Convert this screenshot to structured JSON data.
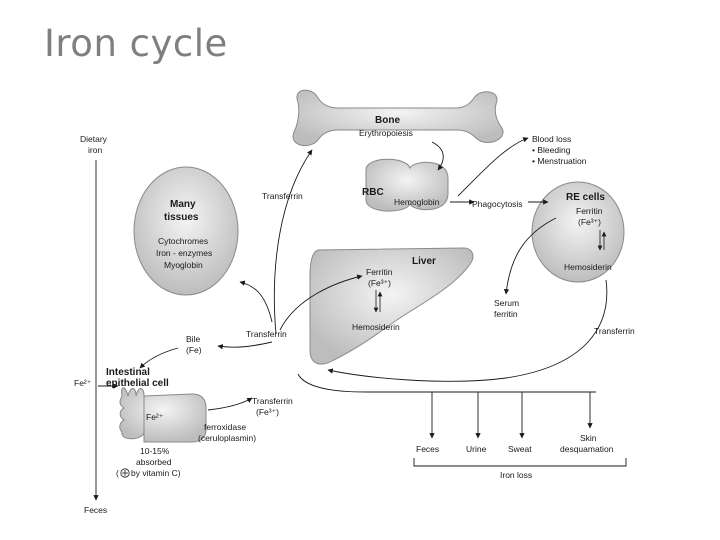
{
  "slide": {
    "title": "Iron cycle"
  },
  "diagram": {
    "dietary_iron": [
      "Dietary",
      "iron"
    ],
    "bone": {
      "title": "Bone",
      "process": "Erythropoiesis"
    },
    "rbc": {
      "title": "RBC",
      "content": "Hemoglobin"
    },
    "blood_loss": {
      "title": "Blood loss",
      "items": [
        "• Bleeding",
        "• Menstruation"
      ]
    },
    "phagocytosis": "Phagocytosis",
    "many_tissues": {
      "title": [
        "Many",
        "tissues"
      ],
      "items": [
        "Cytochromes",
        "Iron - enzymes",
        "Myoglobin"
      ]
    },
    "re_cells": {
      "title": "RE cells",
      "ferritin": "Ferritin",
      "ferritin_ion": "(Fe³⁺)",
      "hemosiderin": "Hemosiderin"
    },
    "liver": {
      "title": "Liver",
      "ferritin": "Ferritin",
      "ferritin_ion": "(Fe³⁺)",
      "hemosiderin": "Hemosiderin"
    },
    "transferrin": "Transferrin",
    "serum_ferritin": [
      "Serum",
      "ferritin"
    ],
    "bile": [
      "Bile",
      "(Fe)"
    ],
    "intestinal_cell": {
      "title": [
        "Intestinal",
        "epithelial cell"
      ],
      "ion": "Fe²⁺",
      "absorbed": [
        "10-15%",
        "absorbed"
      ],
      "vitamin_c": "by vitamin C)"
    },
    "fe2_left": "Fe²⁺",
    "transferrin_fe3": [
      "Transferrin",
      "(Fe³⁺)"
    ],
    "ferroxidase": [
      "ferroxidase",
      "(ceruloplasmin)"
    ],
    "losses": [
      "Feces",
      "Urine",
      "Sweat",
      "Skin"
    ],
    "skin_desq": "desquamation",
    "iron_loss": "Iron loss",
    "feces_bottom": "Feces"
  },
  "colors": {
    "title": "#7f7f7f",
    "shape_fill": "#d6d6d6",
    "shape_stroke": "#8a8a8a",
    "arrow": "#1a1a1a"
  }
}
